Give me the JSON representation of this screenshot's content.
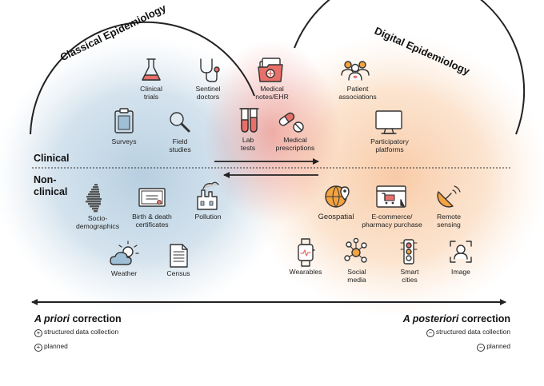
{
  "titles": {
    "classical": "Classical Epidemiology",
    "digital": "Digital Epidemiology"
  },
  "sections": {
    "clinical": "Clinical",
    "non_clinical": "Non-\nclinical"
  },
  "items": {
    "clinical_trials": "Clinical\ntrials",
    "sentinel_doctors": "Sentinel\ndoctors",
    "medical_notes": "Medical\nnotes/EHR",
    "patient_associations": "Patient\nassociations",
    "surveys": "Surveys",
    "field_studies": "Field\nstudies",
    "lab_tests": "Lab\ntests",
    "medical_prescriptions": "Medical\nprescriptions",
    "participatory_platforms": "Participatory\nplatforms",
    "sociodemographics": "Socio-\ndemographics",
    "birth_death": "Birth & death\ncertificates",
    "pollution": "Pollution",
    "geospatial": "Geospatial",
    "ecommerce": "E-commerce/\npharmacy purchase",
    "remote_sensing": "Remote\nsensing",
    "weather": "Weather",
    "census": "Census",
    "wearables": "Wearables",
    "social_media": "Social\nmedia",
    "smart_cities": "Smart\ncities",
    "image": "Image"
  },
  "correction": {
    "apriori_italic": "A priori",
    "posteriori_italic": "A posteriori",
    "suffix": " correction",
    "plus": "+",
    "minus": "−",
    "structured": "structured data collection",
    "planned": "planned"
  },
  "colors": {
    "classical_blob": "#9fbfd6",
    "digital_blob": "#f6b98a",
    "overlap_red": "#e46f66",
    "icon_red": "#e8706a",
    "icon_orange": "#f4a340",
    "icon_stroke": "#333333"
  }
}
